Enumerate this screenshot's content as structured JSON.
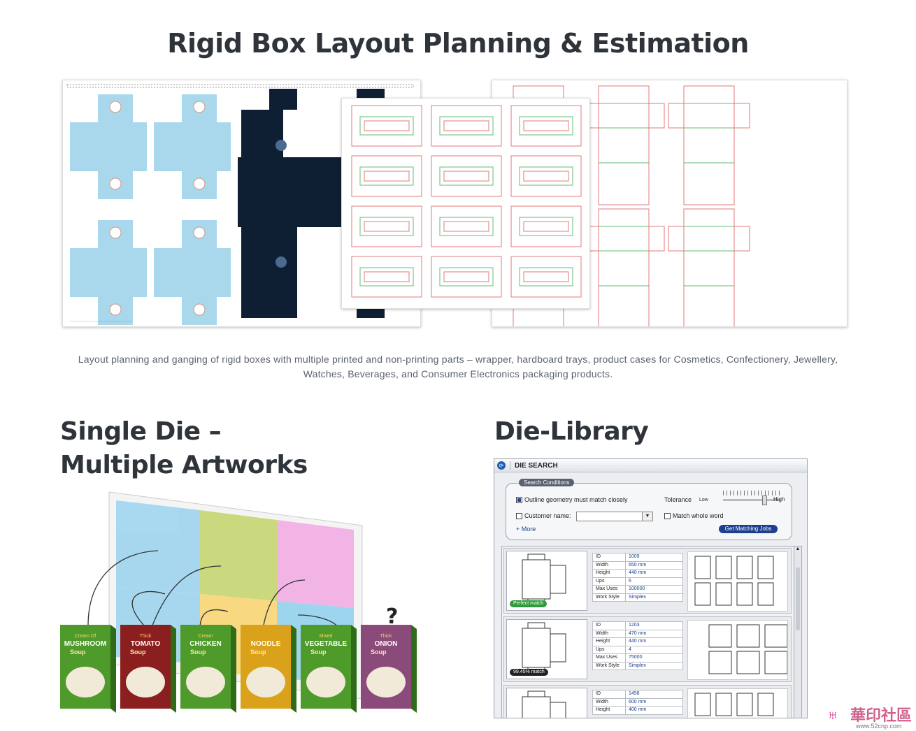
{
  "header": {
    "title": "Rigid Box Layout Planning & Estimation"
  },
  "hero": {
    "caption": "Layout planning and ganging of rigid boxes with multiple printed and non-printing parts – wrapper, hardboard trays, product cases for Cosmetics, Confectionery, Jewellery, Watches, Beverages, and Consumer Electronics packaging products."
  },
  "left_section": {
    "title_line1": "Single Die –",
    "title_line2": "Multiple Artworks",
    "products": [
      {
        "top": "Cream Of",
        "name": "MUSHROOM",
        "sub": "Soup",
        "color": "#4e9a2a"
      },
      {
        "top": "Thick",
        "name": "TOMATO",
        "sub": "Soup",
        "color": "#8b1e1e"
      },
      {
        "top": "Cream",
        "name": "CHICKEN",
        "sub": "Soup",
        "color": "#4e9a2a"
      },
      {
        "top": "",
        "name": "NOODLE",
        "sub": "Soup",
        "color": "#d9a21a"
      },
      {
        "top": "Mixed",
        "name": "VEGETABLE",
        "sub": "Soup",
        "color": "#4e9a2a"
      },
      {
        "top": "Thick",
        "name": "ONION",
        "sub": "Soup",
        "color": "#8a4a7a"
      }
    ],
    "question": "?"
  },
  "right_section": {
    "title": "Die-Library",
    "window": {
      "title": "DIE SEARCH",
      "conditions_label": "Search Conditions",
      "outline_label": "Outline geometry must match closely",
      "tolerance_label": "Tolerance",
      "low_label": "Low",
      "high_label": "High",
      "customer_label": "Customer name:",
      "match_word_label": "Match whole word",
      "more_label": "+ More",
      "button_label": "Get Matching Jobs",
      "results": [
        {
          "badge": "Perfect match",
          "badge_color": "#2f9a3a",
          "fields": [
            [
              "ID",
              "1009"
            ],
            [
              "Width",
              "650 mm"
            ],
            [
              "Height",
              "440 mm"
            ],
            [
              "Ups",
              "6"
            ],
            [
              "Max Uses",
              "100000"
            ],
            [
              "Work Style",
              "Simplex"
            ]
          ]
        },
        {
          "badge": "99.45% match",
          "badge_color": "#222222",
          "fields": [
            [
              "ID",
              "1203"
            ],
            [
              "Width",
              "470 mm"
            ],
            [
              "Height",
              "440 mm"
            ],
            [
              "Ups",
              "4"
            ],
            [
              "Max Uses",
              "75000"
            ],
            [
              "Work Style",
              "Simplex"
            ]
          ]
        },
        {
          "badge": "",
          "badge_color": "#222222",
          "fields": [
            [
              "ID",
              "1458"
            ],
            [
              "Width",
              "600 mm"
            ],
            [
              "Height",
              "400 mm"
            ]
          ]
        }
      ]
    }
  },
  "watermark": {
    "text": "華印社區",
    "url": "www.52cnp.com"
  }
}
